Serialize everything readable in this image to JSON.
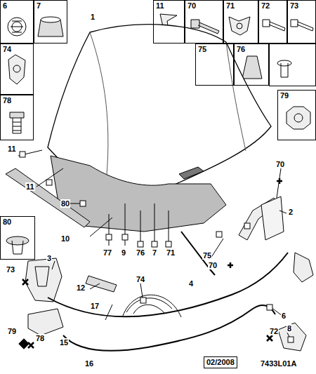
{
  "diagram": {
    "nodes": [
      {
        "text": [
          "6"
        ]
      },
      {
        "text": [
          "7"
        ]
      },
      {
        "text": [
          "11"
        ]
      },
      {
        "text": [
          "70"
        ]
      },
      {
        "text": [
          "71"
        ]
      },
      {
        "text": [
          "72"
        ]
      },
      {
        "text": [
          "73"
        ]
      },
      {
        "text": [
          "74"
        ]
      },
      {
        "text": [
          "75"
        ]
      },
      {
        "text": [
          "76"
        ]
      },
      {
        "text": [
          "78"
        ]
      },
      {
        "text": [
          "79"
        ]
      },
      {
        "text": [
          "80"
        ]
      },
      {
        "text": [
          "02/2008"
        ]
      }
    ],
    "labels": [
      "1",
      "11",
      "11",
      "80",
      "10",
      "77",
      "9",
      "76",
      "7",
      "71",
      "75",
      "70",
      "2",
      "70",
      "4",
      "3",
      "73",
      "12",
      "74",
      "17",
      "6",
      "8",
      "72",
      "79",
      "78",
      "15",
      "16",
      "7433L01A"
    ]
  }
}
